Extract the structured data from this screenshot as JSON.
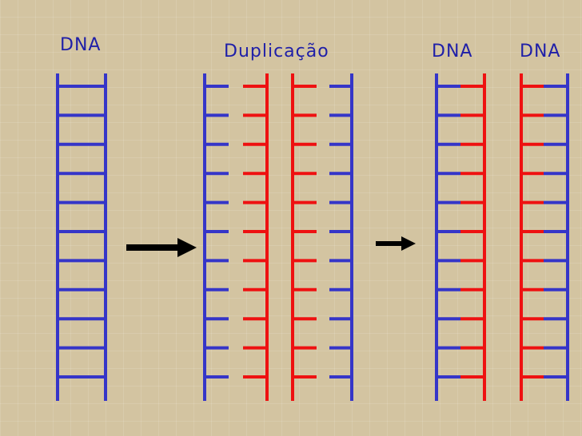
{
  "labels": {
    "dna_left": "DNA",
    "duplication": "Duplicação",
    "dna_right_a": "DNA",
    "dna_right_b": "DNA"
  },
  "colors": {
    "original_strand": "#3535c8",
    "new_strand": "#ee1111",
    "arrow": "#000000",
    "background": "#d3c4a1"
  },
  "diagram": {
    "rungs_per_strand": 11,
    "stages": [
      "original",
      "separated",
      "replicated"
    ]
  }
}
